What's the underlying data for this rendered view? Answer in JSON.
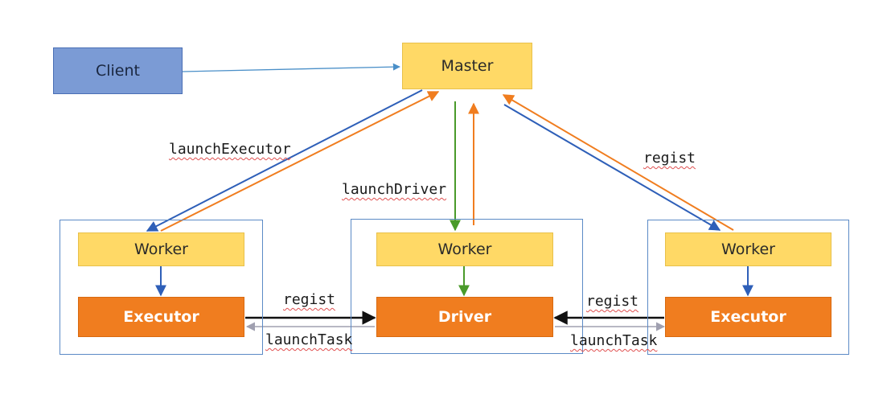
{
  "nodes": {
    "client": "Client",
    "master": "Master",
    "worker_left": "Worker",
    "worker_middle": "Worker",
    "worker_right": "Worker",
    "executor_left": "Executor",
    "driver": "Driver",
    "executor_right": "Executor"
  },
  "edge_labels": {
    "launch_executor": "launchExecutor",
    "launch_driver": "launchDriver",
    "regist_master": "regist",
    "regist_left": "regist",
    "launch_task_left": "launchTask",
    "regist_right": "regist",
    "launch_task_right": "launchTask"
  },
  "colors": {
    "client_fill": "#7b9bd5",
    "master_worker_fill": "#ffd966",
    "executor_driver_fill": "#f07d1f",
    "arrow_blue": "#2e5fb8",
    "arrow_orange": "#f07d1f",
    "arrow_green": "#4a9a2a",
    "arrow_black": "#111111",
    "arrow_gray": "#a0a0b0"
  }
}
